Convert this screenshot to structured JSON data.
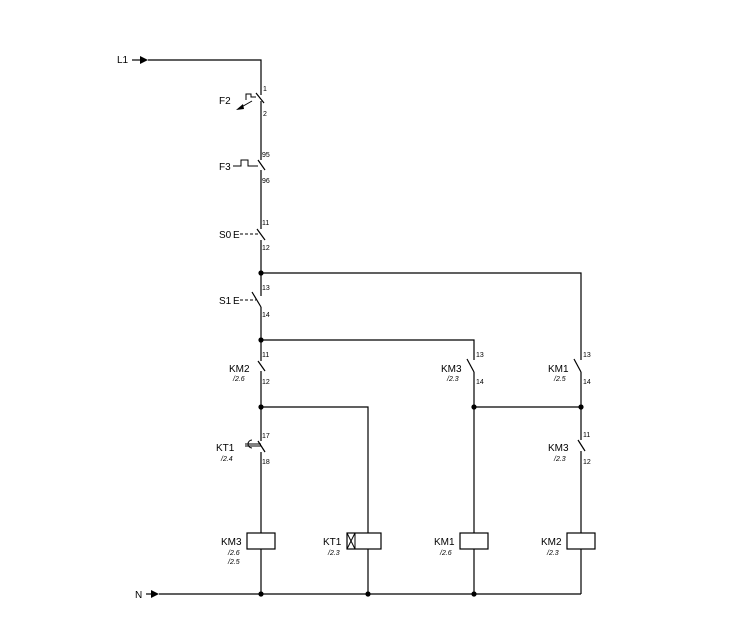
{
  "supply": {
    "line": "L1",
    "neutral": "N"
  },
  "F2": {
    "label": "F2",
    "pin_top": "1",
    "pin_bottom": "2"
  },
  "F3": {
    "label": "F3",
    "pin_top": "95",
    "pin_bottom": "96"
  },
  "S0": {
    "label": "S0",
    "actuator": "E",
    "pin_top": "11",
    "pin_bottom": "12"
  },
  "S1": {
    "label": "S1",
    "actuator": "E",
    "pin_top": "13",
    "pin_bottom": "14"
  },
  "KM2_nc": {
    "label": "KM2",
    "ref": "/2.6",
    "pin_top": "11",
    "pin_bottom": "12"
  },
  "KM3_no": {
    "label": "KM3",
    "ref": "/2.3",
    "pin_top": "13",
    "pin_bottom": "14"
  },
  "KM1_no": {
    "label": "KM1",
    "ref": "/2.5",
    "pin_top": "13",
    "pin_bottom": "14"
  },
  "KT1_nc": {
    "label": "KT1",
    "ref": "/2.4",
    "pin_top": "17",
    "pin_bottom": "18"
  },
  "KM3_nc": {
    "label": "KM3",
    "ref": "/2.3",
    "pin_top": "11",
    "pin_bottom": "12"
  },
  "coils": {
    "km3": {
      "label": "KM3",
      "ref1": "/2.6",
      "ref2": "/2.5"
    },
    "kt1": {
      "label": "KT1",
      "ref1": "/2.3"
    },
    "km1": {
      "label": "KM1",
      "ref1": "/2.6"
    },
    "km2": {
      "label": "KM2",
      "ref1": "/2.3"
    }
  }
}
